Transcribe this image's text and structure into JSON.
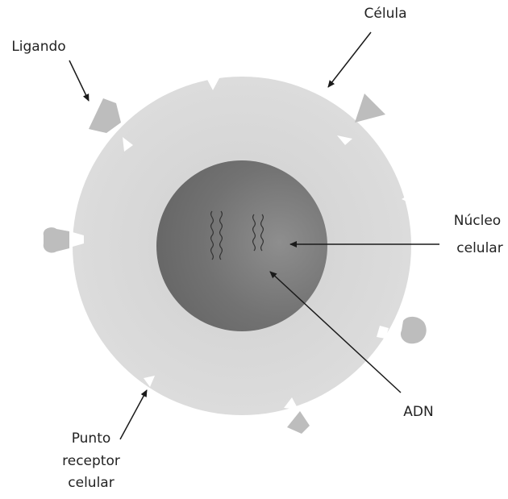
{
  "labels": {
    "cell": "Célula",
    "ligand": "Ligando",
    "nucleus_line1": "Núcleo",
    "nucleus_line2": "celular",
    "dna": "ADN",
    "receptor_line1": "Punto",
    "receptor_line2": "receptor",
    "receptor_line3": "celular"
  },
  "colors": {
    "cell_fill": "#d9d9d9",
    "nucleus_fill": "#6f6f6f",
    "ligand_fill": "#bdbdbd",
    "arrow": "#1a1a1a"
  }
}
